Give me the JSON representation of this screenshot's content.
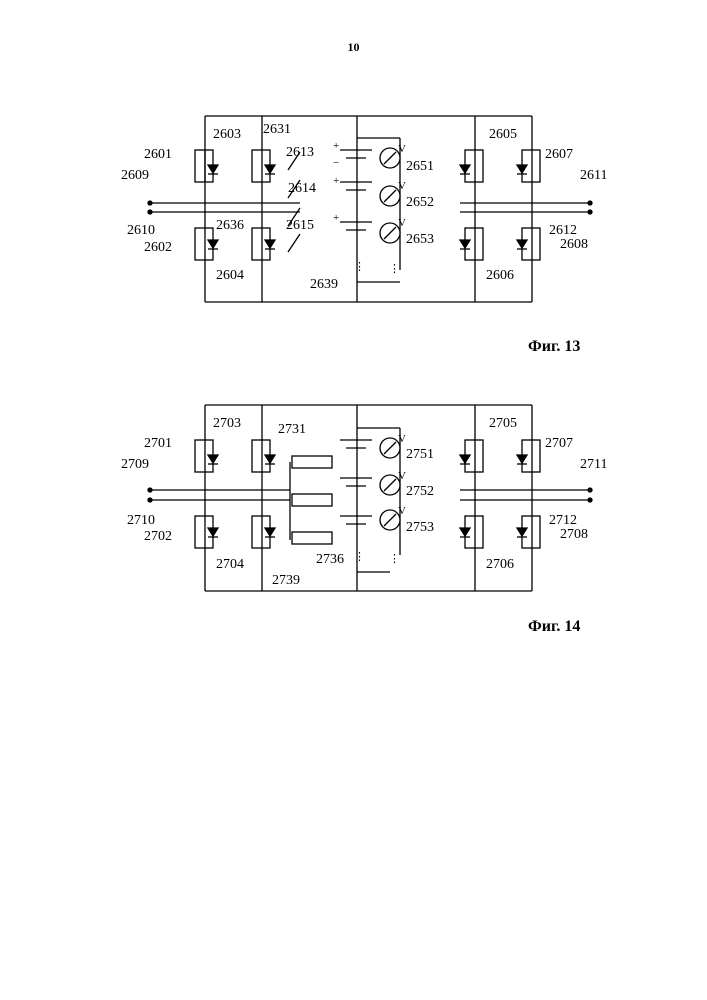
{
  "page_number": "10",
  "fig13": {
    "caption": "Фиг. 13",
    "labels": {
      "l2601": "2601",
      "l2602": "2602",
      "l2603": "2603",
      "l2604": "2604",
      "l2605": "2605",
      "l2606": "2606",
      "l2607": "2607",
      "l2608": "2608",
      "l2609": "2609",
      "l2610": "2610",
      "l2611": "2611",
      "l2612": "2612",
      "l2613": "2613",
      "l2614": "2614",
      "l2615": "2615",
      "l2631": "2631",
      "l2636": "2636",
      "l2639": "2639",
      "l2651": "2651",
      "l2652": "2652",
      "l2653": "2653"
    }
  },
  "fig14": {
    "caption": "Фиг. 14",
    "labels": {
      "l2701": "2701",
      "l2702": "2702",
      "l2703": "2703",
      "l2704": "2704",
      "l2705": "2705",
      "l2706": "2706",
      "l2707": "2707",
      "l2708": "2708",
      "l2709": "2709",
      "l2710": "2710",
      "l2711": "2711",
      "l2712": "2712",
      "l2731": "2731",
      "l2736": "2736",
      "l2739": "2739",
      "l2751": "2751",
      "l2752": "2752",
      "l2753": "2753"
    }
  },
  "symbols": {
    "plus": "+",
    "minus": "−",
    "volt": "V",
    "dots": "⋮"
  }
}
